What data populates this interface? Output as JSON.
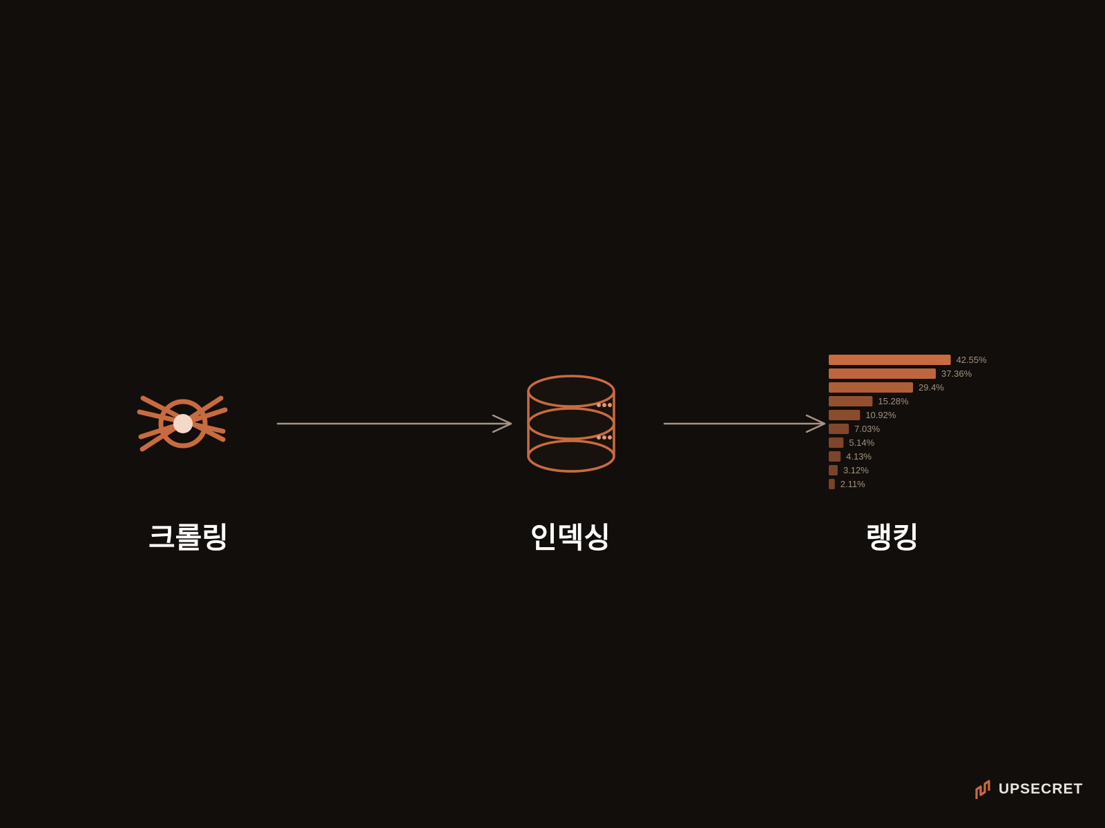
{
  "stages": [
    {
      "label": "크롤링"
    },
    {
      "label": "인덱싱"
    },
    {
      "label": "랭킹"
    }
  ],
  "icons": {
    "crawl": "spider-icon",
    "index": "database-icon",
    "rank": "ranking-bar-chart-icon",
    "logo": "upsecret-logo-icon"
  },
  "colors": {
    "background": "#120e0b",
    "accent": "#c86b40",
    "arrow": "#a59585",
    "label": "#ffffff",
    "percent_text": "#a2927f"
  },
  "chart_data": {
    "type": "bar",
    "orientation": "horizontal",
    "values": [
      42.55,
      37.36,
      29.4,
      15.28,
      10.92,
      7.03,
      5.14,
      4.13,
      3.12,
      2.11
    ],
    "value_labels": [
      "42.55%",
      "37.36%",
      "29.4%",
      "15.28%",
      "10.92%",
      "7.03%",
      "5.14%",
      "4.13%",
      "3.12%",
      "2.11%"
    ],
    "title": "",
    "xlabel": "",
    "ylabel": ""
  },
  "brand": {
    "name": "UPSECRET"
  }
}
